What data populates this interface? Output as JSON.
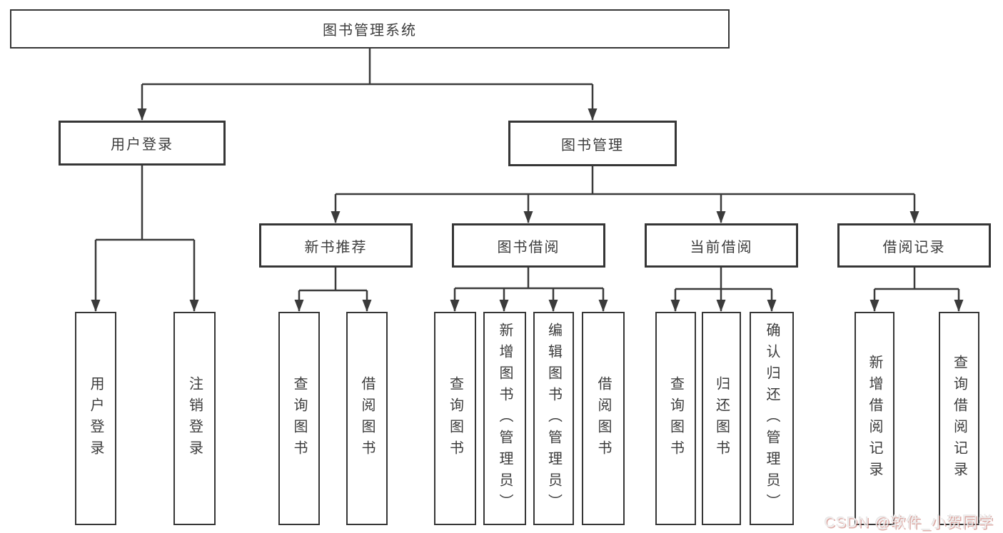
{
  "page": {
    "watermark": "CSDN @软件_小贺同学",
    "background": "#ffffff"
  },
  "colors": {
    "line": "#3b3b3b",
    "box_border": "#363636",
    "box_background": "#ffffff",
    "text": "#3c3c3c",
    "watermark_text": "#f0eeee",
    "watermark_shadow": "#c97c74"
  },
  "diagram": {
    "type": "hierarchy-tree",
    "title": "图书管理系统",
    "nodes": {
      "root": "图书管理系统",
      "user_login": "用户登录",
      "book_management": "图书管理",
      "new_book_recommend": "新书推荐",
      "book_borrowing": "图书借阅",
      "current_borrowing": "当前借阅",
      "borrowing_records": "借阅记录",
      "leaf_user_login": "用户登录",
      "leaf_logout": "注销登录",
      "leaf_nbr_query_books": "查询图书",
      "leaf_nbr_borrow_books": "借阅图书",
      "leaf_bb_query_books": "查询图书",
      "leaf_bb_add_books": "新增图书（管理员）",
      "leaf_bb_edit_books": "编辑图书（管理员）",
      "leaf_bb_borrow_books": "借阅图书",
      "leaf_cb_query_books": "查询图书",
      "leaf_cb_return_books": "归还图书",
      "leaf_cb_confirm_return": "确认归还（管理员）",
      "leaf_br_add_record": "新增借阅记录",
      "leaf_br_query_record": "查询借阅记录"
    },
    "edges": [
      [
        "root",
        "user_login"
      ],
      [
        "root",
        "book_management"
      ],
      [
        "user_login",
        "leaf_user_login"
      ],
      [
        "user_login",
        "leaf_logout"
      ],
      [
        "book_management",
        "new_book_recommend"
      ],
      [
        "book_management",
        "book_borrowing"
      ],
      [
        "book_management",
        "current_borrowing"
      ],
      [
        "book_management",
        "borrowing_records"
      ],
      [
        "new_book_recommend",
        "leaf_nbr_query_books"
      ],
      [
        "new_book_recommend",
        "leaf_nbr_borrow_books"
      ],
      [
        "book_borrowing",
        "leaf_bb_query_books"
      ],
      [
        "book_borrowing",
        "leaf_bb_add_books"
      ],
      [
        "book_borrowing",
        "leaf_bb_edit_books"
      ],
      [
        "book_borrowing",
        "leaf_bb_borrow_books"
      ],
      [
        "current_borrowing",
        "leaf_cb_query_books"
      ],
      [
        "current_borrowing",
        "leaf_cb_return_books"
      ],
      [
        "current_borrowing",
        "leaf_cb_confirm_return"
      ],
      [
        "borrowing_records",
        "leaf_br_add_record"
      ],
      [
        "borrowing_records",
        "leaf_br_query_record"
      ]
    ]
  }
}
